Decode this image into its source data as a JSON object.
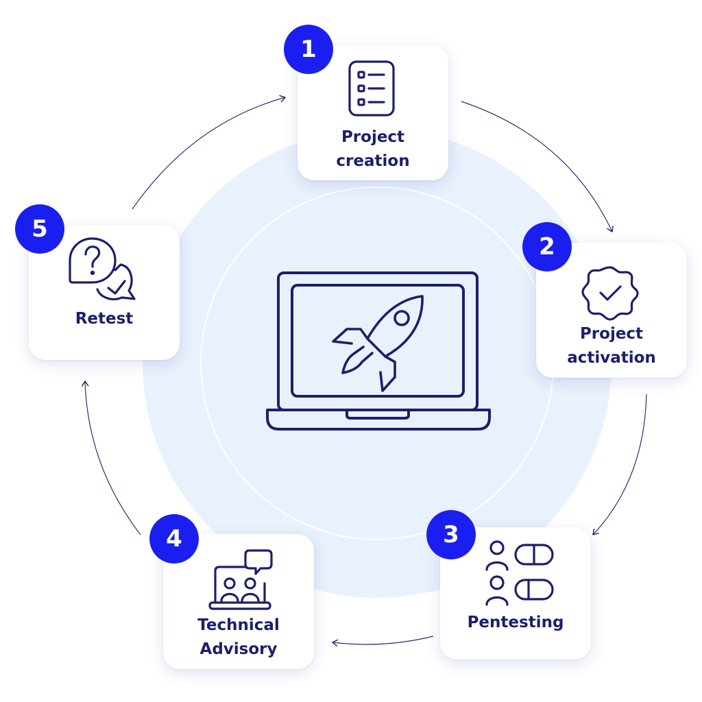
{
  "colors": {
    "badge_fill": "#1a1ff0",
    "ink": "#1b1f6b",
    "background_circle": "#e9f1fd",
    "card": "#ffffff"
  },
  "center": {
    "icon": "laptop-rocket-icon"
  },
  "steps": [
    {
      "number": "1",
      "label": "Project\ncreation",
      "icon": "checklist-icon"
    },
    {
      "number": "2",
      "label": "Project\nactivation",
      "icon": "verified-badge-icon"
    },
    {
      "number": "3",
      "label": "Pentesting",
      "icon": "users-toggles-icon"
    },
    {
      "number": "4",
      "label": "Technical\nAdvisory",
      "icon": "video-call-chat-icon"
    },
    {
      "number": "5",
      "label": "Retest",
      "icon": "question-check-bubbles-icon"
    }
  ]
}
